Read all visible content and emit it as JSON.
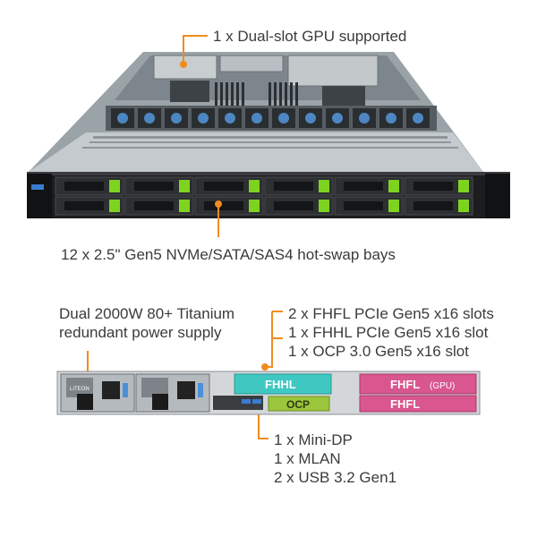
{
  "callouts": {
    "gpu": "1 x Dual-slot GPU supported",
    "bays": "12 x 2.5\" Gen5 NVMe/SATA/SAS4 hot-swap bays",
    "psu": [
      "Dual 2000W 80+ Titanium",
      "redundant power supply"
    ],
    "slots": [
      "2 x FHFL PCIe Gen5 x16 slots",
      "1 x FHHL PCIe Gen5 x16 slot",
      "1 x OCP 3.0 Gen5 x16 slot"
    ],
    "ports": [
      "1 x Mini-DP",
      "1 x MLAN",
      "2 x USB 3.2 Gen1"
    ]
  },
  "rear_panel": {
    "fhhl_label": "FHHL",
    "ocp_label": "OCP",
    "fhfl_gpu_label": "FHFL",
    "fhfl_gpu_suffix": "(GPU)",
    "fhfl_label": "FHFL",
    "psu_brand": "LITEON"
  },
  "colors": {
    "accent_orange": "#f08c1e",
    "drive_green": "#7ed321",
    "fhhl_teal": "#3fc7c2",
    "ocp_green": "#9cc63b",
    "fhfl_pink": "#d9568f",
    "chassis_dark": "#1e1e1e"
  }
}
